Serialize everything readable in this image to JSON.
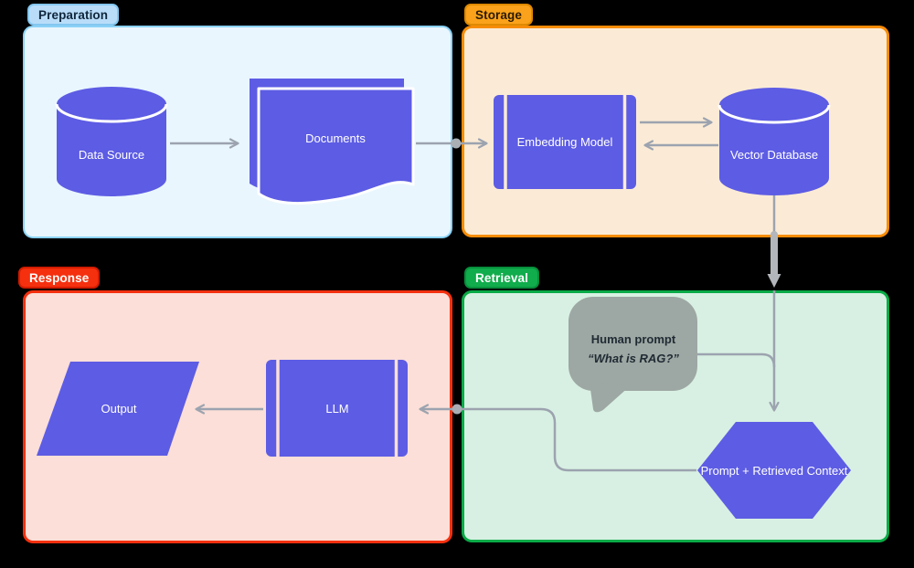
{
  "page": {
    "background": "#000000"
  },
  "colors": {
    "shape_purple": "#5D5CE4",
    "connector_gray": "#9CA3AF",
    "thick_connector_gray": "#B3B7BB",
    "speech_bubble_gray": "#9DA7A3",
    "preparation_border": "#8AD2F6",
    "storage_border": "#F78C06",
    "response_border": "#F5300F",
    "retrieval_border": "#0AAB47"
  },
  "panels": [
    {
      "id": "preparation",
      "label": "Preparation",
      "fill": "#E9F6FD",
      "border": "#8AD2F6",
      "tag_bg": "#B9DDF9",
      "tag_text_color": "#10263B"
    },
    {
      "id": "storage",
      "label": "Storage",
      "fill": "#FBEBD6",
      "border": "#F78C06",
      "tag_bg": "#FAA21B",
      "tag_text_color": "#2B1A02"
    },
    {
      "id": "response",
      "label": "Response",
      "fill": "#FBDFD8",
      "border": "#F5300F",
      "tag_bg": "#F5300F",
      "tag_text_color": "#FFFFFF"
    },
    {
      "id": "retrieval",
      "label": "Retrieval",
      "fill": "#D8F0E3",
      "border": "#0AAB47",
      "tag_bg": "#11AC4C",
      "tag_text_color": "#FFFFFF"
    }
  ],
  "nodes": {
    "data_source": {
      "label": "Data Source",
      "shape": "cylinder",
      "panel": "preparation"
    },
    "documents": {
      "label": "Documents",
      "shape": "document-stack",
      "panel": "preparation"
    },
    "embedding_model": {
      "label": "Embedding Model",
      "shape": "predefined-process",
      "panel": "storage"
    },
    "vector_database": {
      "label": "Vector Database",
      "shape": "cylinder",
      "panel": "storage"
    },
    "human_prompt": {
      "line1": "Human prompt",
      "line2": "“What is RAG?”",
      "shape": "speech-bubble",
      "panel": "retrieval"
    },
    "prompt_retrieved_context": {
      "label": "Prompt + Retrieved Context",
      "shape": "hexagon",
      "panel": "retrieval"
    },
    "llm": {
      "label": "LLM",
      "shape": "predefined-process",
      "panel": "response"
    },
    "output": {
      "label": "Output",
      "shape": "parallelogram",
      "panel": "response"
    }
  },
  "edges": [
    {
      "from": "Data Source",
      "to": "Documents"
    },
    {
      "from": "Documents",
      "to": "Embedding Model"
    },
    {
      "from": "Embedding Model",
      "to": "Vector Database"
    },
    {
      "from": "Vector Database",
      "to": "Embedding Model"
    },
    {
      "from": "Vector Database",
      "to": "Prompt + Retrieved Context"
    },
    {
      "from": "Human prompt",
      "to": "Prompt + Retrieved Context"
    },
    {
      "from": "Prompt + Retrieved Context",
      "to": "LLM"
    },
    {
      "from": "LLM",
      "to": "Output"
    }
  ]
}
